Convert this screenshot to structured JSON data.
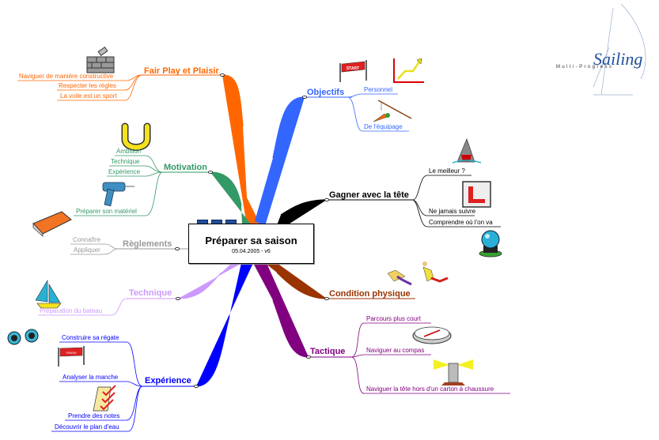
{
  "central": {
    "title": "Préparer sa saison",
    "subtitle": "05.04.2005 - v6"
  },
  "logo": {
    "word": "Sailing",
    "tagline": "Multi-Progress"
  },
  "branches": {
    "fairplay": {
      "label": "Fair Play et Plaisir",
      "color": "#ff6600",
      "children": [
        "Naviguer de manière constructive",
        "Respecter les règles",
        "La voile est un sport"
      ]
    },
    "motivation": {
      "label": "Motivation",
      "color": "#339966",
      "children": [
        "Ambition",
        "Technique",
        "Expérience",
        "Préparer son matériel"
      ]
    },
    "reglements": {
      "label": "Règlements",
      "color": "#999999",
      "children": [
        "Connaître",
        "Appliquer"
      ]
    },
    "technique": {
      "label": "Technique",
      "color": "#cc99ff",
      "children": [
        "Préparation du bateau"
      ]
    },
    "experience": {
      "label": "Expérience",
      "color": "#0000ff",
      "children": [
        "Construire sa régate",
        "Analyser la manche",
        "Prendre des notes",
        "Découvrir le plan d'eau"
      ]
    },
    "objectifs": {
      "label": "Objectifs",
      "color": "#3366ff",
      "children": [
        "Personnel",
        "De l'équipage"
      ]
    },
    "gagner": {
      "label": "Gagner avec la tête",
      "color": "#000000",
      "children": [
        "Le meilleur ?",
        "Ne jamais suivre",
        "Comprendre où l'on va"
      ]
    },
    "condition": {
      "label": "Condition physique",
      "color": "#993300",
      "children": []
    },
    "tactique": {
      "label": "Tactique",
      "color": "#800080",
      "children": [
        "Parcours plus court",
        "Naviguer au compas",
        "Naviguer la tête hors d'un carton à chaussure"
      ]
    }
  },
  "icons": {
    "fairplay": "brick-wall-icon",
    "motivation_top": "horseshoe-icon",
    "motivation_bottom": "drill-icon",
    "reglements": "rule-book-icon",
    "technique": "sailboat-icon",
    "experience_binoculars": "binoculars-icon",
    "experience_finish": "finish-banner-icon",
    "experience_notes": "checklist-icon",
    "objectifs_start": "start-banner-icon",
    "objectifs_graph": "rising-graph-icon",
    "objectifs_carrot": "carrot-stick-icon",
    "gagner_shark": "shark-icon",
    "gagner_learner": "learner-plate-icon",
    "gagner_crystal": "crystal-ball-icon",
    "condition_runners": "runners-icon",
    "tactique_compass": "compass-icon",
    "tactique_lighthouse": "lighthouse-icon"
  }
}
